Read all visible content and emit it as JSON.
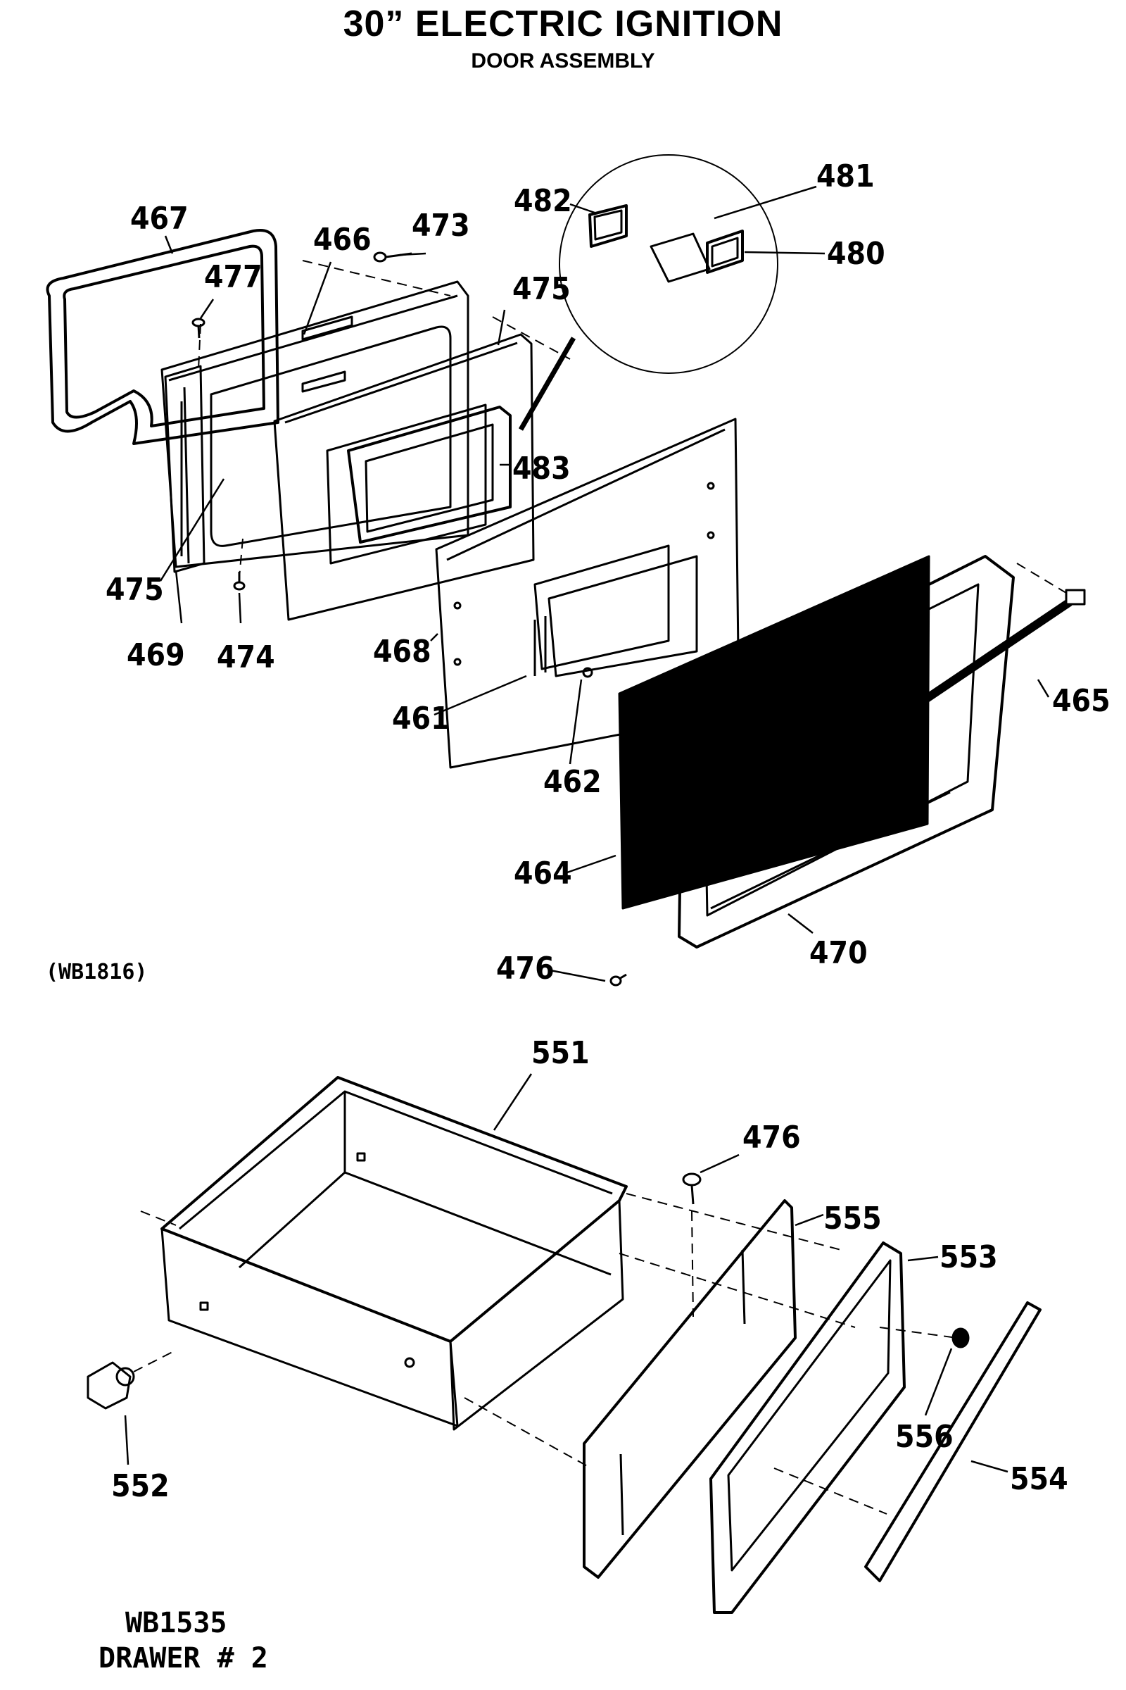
{
  "title": "30” ELECTRIC IGNITION",
  "subtitle": "DOOR ASSEMBLY",
  "door_assembly": {
    "code": "(WB1816)",
    "parts": [
      "467",
      "466",
      "473",
      "482",
      "481",
      "480",
      "477",
      "475",
      "475",
      "483",
      "469",
      "474",
      "468",
      "461",
      "462",
      "464",
      "465",
      "470",
      "476"
    ]
  },
  "drawer_assembly": {
    "code": "WB1535",
    "name": "DRAWER # 2",
    "parts": [
      "551",
      "476",
      "555",
      "553",
      "556",
      "554",
      "552"
    ]
  }
}
